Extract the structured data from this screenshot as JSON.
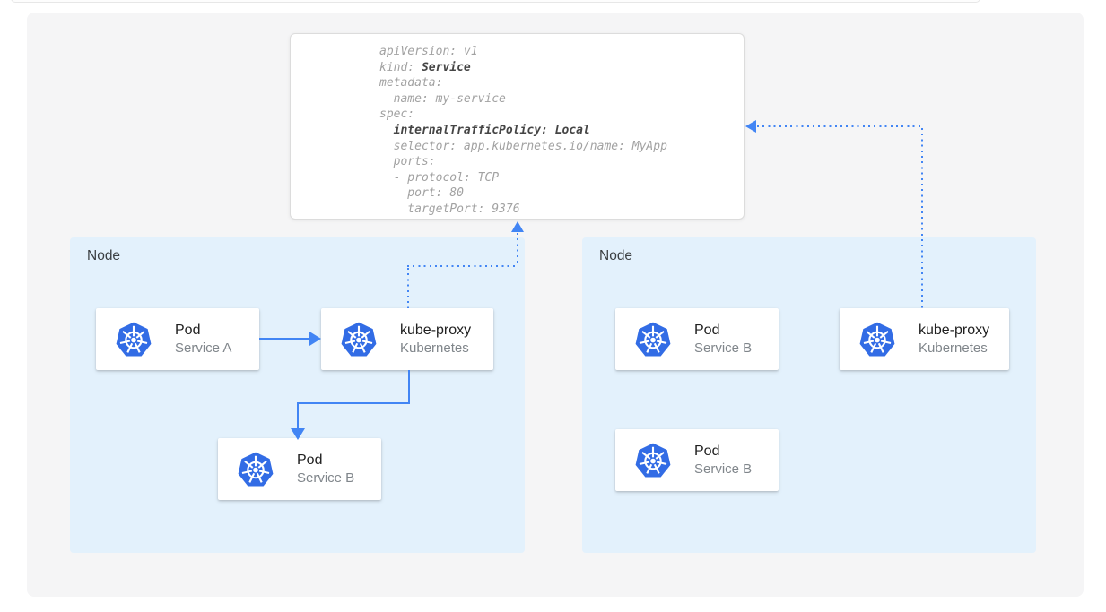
{
  "colors": {
    "accent_blue": "#4285F4",
    "kubernetes_logo_blue": "#326CE5",
    "node_background": "#E3F1FC",
    "panel_background": "#F5F5F6",
    "yaml_text": "#A2A2A2",
    "yaml_bold_text": "#454545"
  },
  "yaml_card": {
    "l1": "apiVersion: v1",
    "l2a": "kind: ",
    "l2b": "Service",
    "l3": "metadata:",
    "l4": "  name: my-service",
    "l5": "spec:",
    "l6a": "  ",
    "l6b": "internalTrafficPolicy: Local",
    "l7": "  selector: app.kubernetes.io/name: MyApp",
    "l8": "  ports:",
    "l9": "  - protocol: TCP",
    "l10": "    port: 80",
    "l11": "    targetPort: 9376"
  },
  "nodes": {
    "left": {
      "label": "Node"
    },
    "right": {
      "label": "Node"
    }
  },
  "cards": {
    "left_pod_a": {
      "title": "Pod",
      "subtitle": "Service A",
      "icon": "kubernetes-icon"
    },
    "left_kube_proxy": {
      "title": "kube-proxy",
      "subtitle": "Kubernetes",
      "icon": "kubernetes-icon"
    },
    "left_pod_b": {
      "title": "Pod",
      "subtitle": "Service B",
      "icon": "kubernetes-icon"
    },
    "right_pod_b1": {
      "title": "Pod",
      "subtitle": "Service B",
      "icon": "kubernetes-icon"
    },
    "right_kube_proxy": {
      "title": "kube-proxy",
      "subtitle": "Kubernetes",
      "icon": "kubernetes-icon"
    },
    "right_pod_b2": {
      "title": "Pod",
      "subtitle": "Service B",
      "icon": "kubernetes-icon"
    }
  }
}
